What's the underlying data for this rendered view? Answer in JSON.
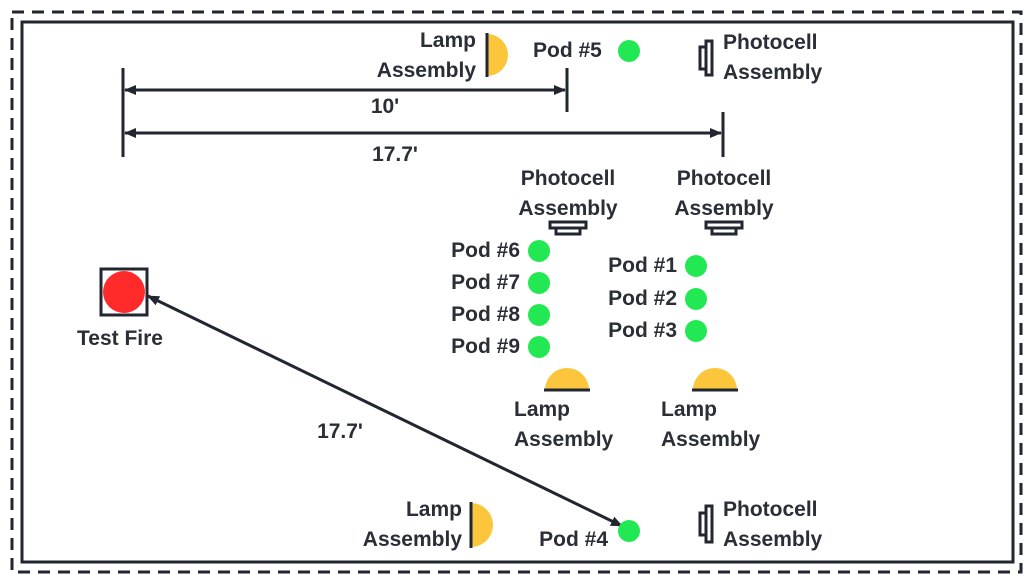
{
  "colors": {
    "ink": "#222630",
    "text": "#2a2e37",
    "pod": "#22e854",
    "lamp": "#fbc63b",
    "fire": "#ff2b2b"
  },
  "icons": {
    "pod": "green-dot-icon",
    "lamp": "half-disc-lamp-icon",
    "photocell": "bracket-photocell-icon",
    "fire": "red-dot-in-square-icon"
  },
  "labels": {
    "lamp_top": [
      "Lamp",
      "Assembly"
    ],
    "pod5": "Pod #5",
    "photocell_top": [
      "Photocell",
      "Assembly"
    ],
    "dim_10": "10'",
    "dim_177_top": "17.7'",
    "photocell_mid_left": [
      "Photocell",
      "Assembly"
    ],
    "photocell_mid_right": [
      "Photocell",
      "Assembly"
    ],
    "pod6": "Pod #6",
    "pod7": "Pod #7",
    "pod8": "Pod #8",
    "pod9": "Pod #9",
    "pod1": "Pod #1",
    "pod2": "Pod #2",
    "pod3": "Pod #3",
    "lamp_mid_left": [
      "Lamp",
      "Assembly"
    ],
    "lamp_mid_right": [
      "Lamp",
      "Assembly"
    ],
    "test_fire": "Test Fire",
    "dim_177_diag": "17.7'",
    "lamp_bottom": [
      "Lamp",
      "Assembly"
    ],
    "pod4": "Pod #4",
    "photocell_bottom": [
      "Photocell",
      "Assembly"
    ]
  }
}
